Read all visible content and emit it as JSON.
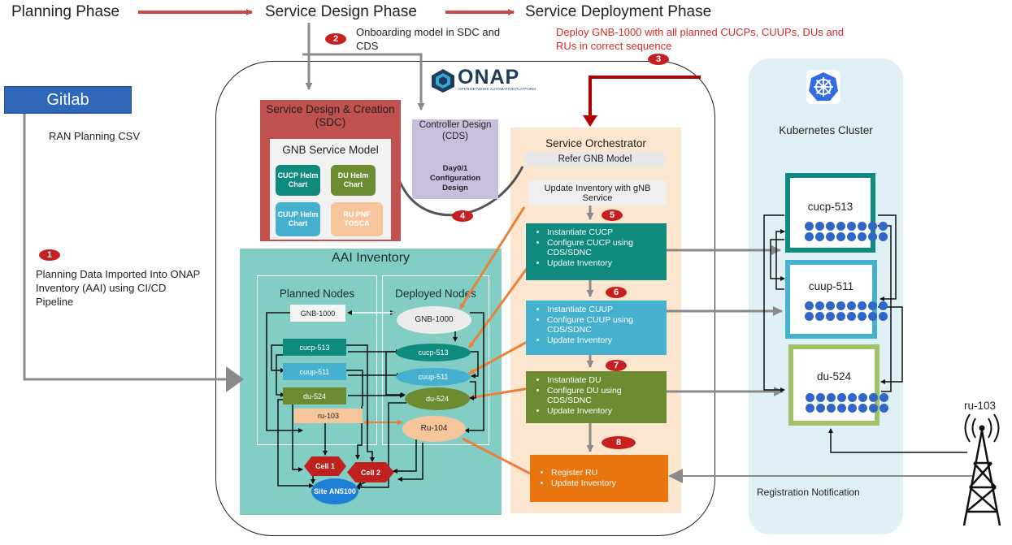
{
  "phases": {
    "planning": "Planning Phase",
    "design": "Service Design Phase",
    "deployment": "Service Deployment Phase"
  },
  "steps": {
    "s1": "1",
    "s2": "2",
    "s3": "3",
    "s4": "4",
    "s5": "5",
    "s6": "6",
    "s7": "7",
    "s8": "8"
  },
  "notes": {
    "onboarding": "Onboarding model in SDC and CDS",
    "deploy": "Deploy GNB-1000 with all planned CUCPs, CUUPs, DUs and RUs in correct sequence",
    "ran_csv": "RAN Planning CSV",
    "planning_data": "Planning Data Imported Into ONAP Inventory (AAI) using CI/CD Pipeline",
    "registration": "Registration Notification"
  },
  "gitlab": {
    "label": "Gitlab"
  },
  "onap": {
    "logo": "ONAP",
    "tagline": "OPEN NETWORK AUTOMATION PLATFORM"
  },
  "sdc": {
    "title": "Service Design & Creation (SDC)",
    "model": "GNB  Service Model",
    "charts": {
      "cucp": "CUCP Helm Chart",
      "du": "DU Helm Chart",
      "cuup": "CUUP Helm Chart",
      "ru": "RU PNF TOSCA"
    }
  },
  "cds": {
    "title": "Controller Design (CDS)",
    "subtitle": "Day0/1 Configuration Design"
  },
  "so": {
    "title": "Service Orchestrator",
    "refer": "Refer GNB Model",
    "update": "Update Inventory with gNB Service",
    "cucp": [
      "Instantiate CUCP",
      "Configure CUCP using CDS/SDNC",
      "Update Inventory"
    ],
    "cuup": [
      "Instantiate CUUP",
      "Configure CUUP using CDS/SDNC",
      "Update Inventory"
    ],
    "du": [
      "Instantiate DU",
      "Configure DU using CDS/SDNC",
      "Update Inventory"
    ],
    "ru": [
      "Register RU",
      "Update Inventory"
    ]
  },
  "aai": {
    "title": "AAI Inventory",
    "planned_title": "Planned Nodes",
    "deployed_title": "Deployed Nodes",
    "planned": {
      "gnb": "GNB-1000",
      "cucp": "cucp-513",
      "cuup": "cuup-511",
      "du": "du-524",
      "ru": "ru-103",
      "cell1": "Cell 1",
      "cell2": "Cell 2",
      "site": "Site AN5100"
    },
    "deployed": {
      "gnb": "GNB-1000",
      "cucp": "cucp-513",
      "cuup": "cuup-511",
      "du": "du-524",
      "ru": "Ru-104"
    }
  },
  "k8s": {
    "title": "Kubernetes Cluster",
    "clusters": {
      "cucp": "cucp-513",
      "cuup": "cuup-511",
      "du": "du-524"
    }
  },
  "ru_tower": {
    "label": "ru-103"
  },
  "colors": {
    "teal": "#0f8a7e",
    "light_blue": "#45b1cf",
    "olive": "#6b8c30",
    "peach": "#f7c59b",
    "orange": "#e8750e",
    "sdc_red": "#c0514f",
    "cds_lavender": "#c9bede",
    "aai_teal": "#82cec5",
    "so_peach": "#fde6cf",
    "k8s_blue": "#e0f0f7",
    "badge_red": "#c62020"
  }
}
